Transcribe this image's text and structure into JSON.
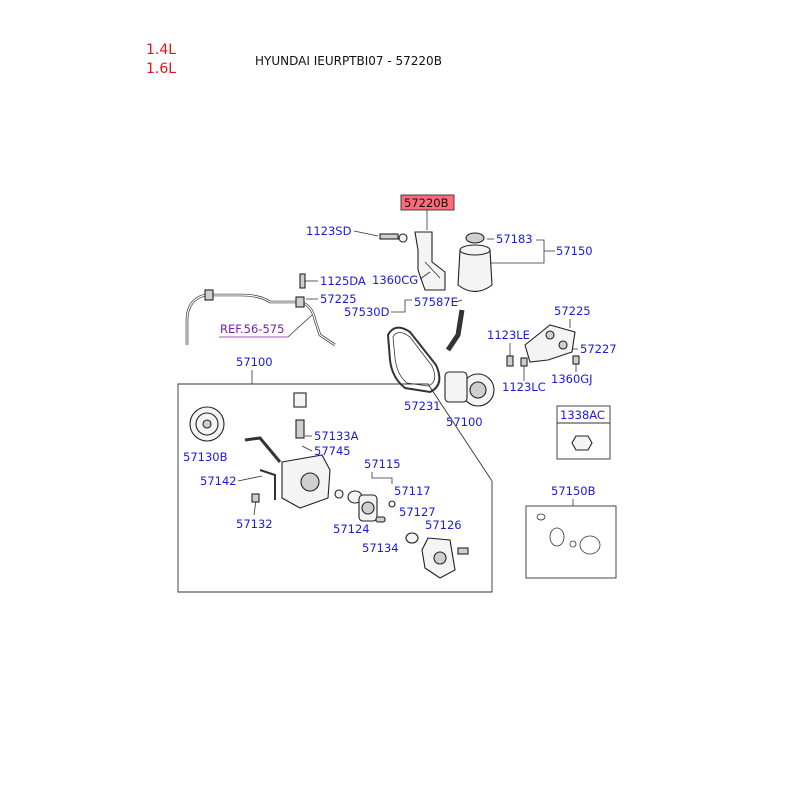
{
  "header": {
    "engine_options": [
      "1.4L",
      "1.6L"
    ],
    "title": "HYUNDAI IEURPTBI07 - 57220B"
  },
  "highlighted_part": "57220B",
  "ref_label": "REF.56-575",
  "parts": {
    "p1123SD": "1123SD",
    "p1360CG": "1360CG",
    "p57183": "57183",
    "p57150": "57150",
    "p1125DA": "1125DA",
    "p57225a": "57225",
    "p57587E": "57587E",
    "p57530D": "57530D",
    "p57225b": "57225",
    "p1123LE": "1123LE",
    "p57227": "57227",
    "p1123LC": "1123LC",
    "p1360GJ": "1360GJ",
    "p57100a": "57100",
    "p57231": "57231",
    "p57100b": "57100",
    "p1338AC": "1338AC",
    "p57130B": "57130B",
    "p57133A": "57133A",
    "p57745": "57745",
    "p57115": "57115",
    "p57142": "57142",
    "p57117": "57117",
    "p57132": "57132",
    "p57124": "57124",
    "p57127": "57127",
    "p57126": "57126",
    "p57134": "57134",
    "p57150B": "57150B"
  }
}
